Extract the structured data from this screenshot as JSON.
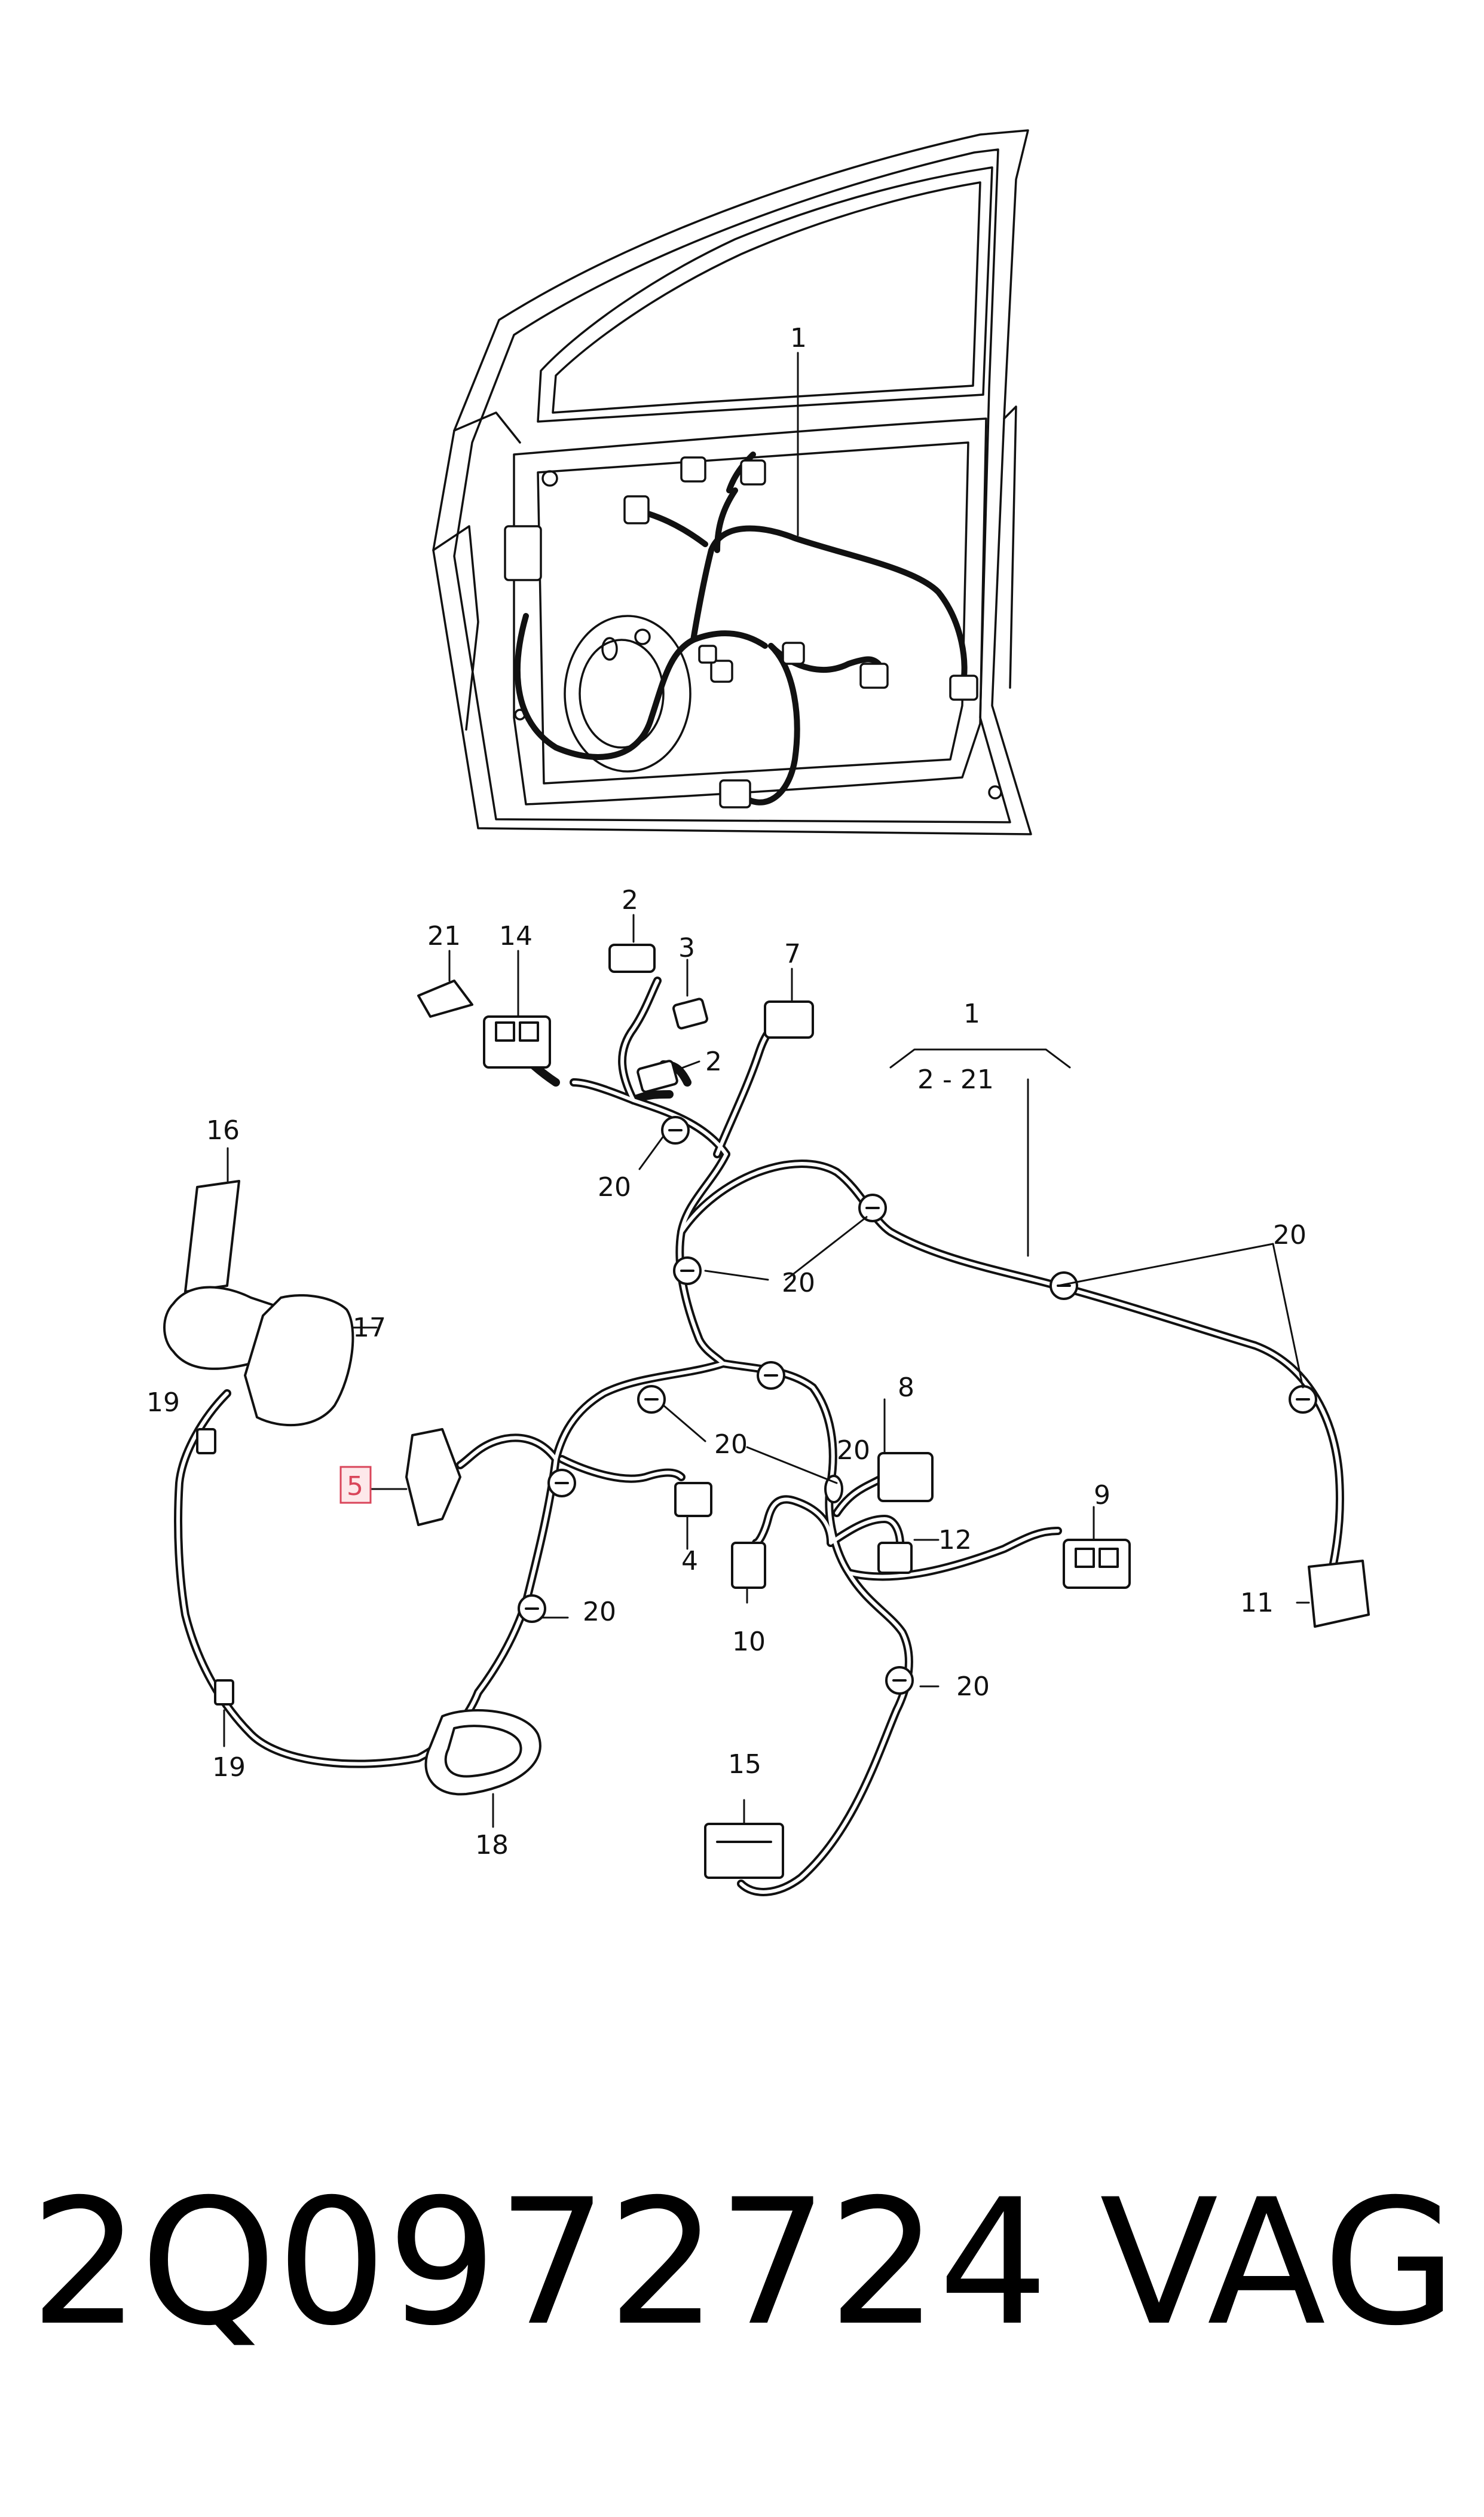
{
  "diagram": {
    "door_label": "1",
    "group_label": "1",
    "group_range": "2 - 21",
    "callouts": [
      "2",
      "3",
      "7",
      "21",
      "14",
      "2",
      "20",
      "16",
      "17",
      "19",
      "20",
      "20",
      "20",
      "8",
      "5",
      "20",
      "4",
      "9",
      "12",
      "10",
      "11",
      "20",
      "20",
      "19",
      "18",
      "15"
    ],
    "highlighted_item": "5",
    "colors": {
      "line": "#111111",
      "highlight_fill": "#fde8ea",
      "highlight_border": "#d9455a"
    }
  },
  "footer": {
    "part_number": "2Q0972724",
    "brand": "VAG"
  }
}
